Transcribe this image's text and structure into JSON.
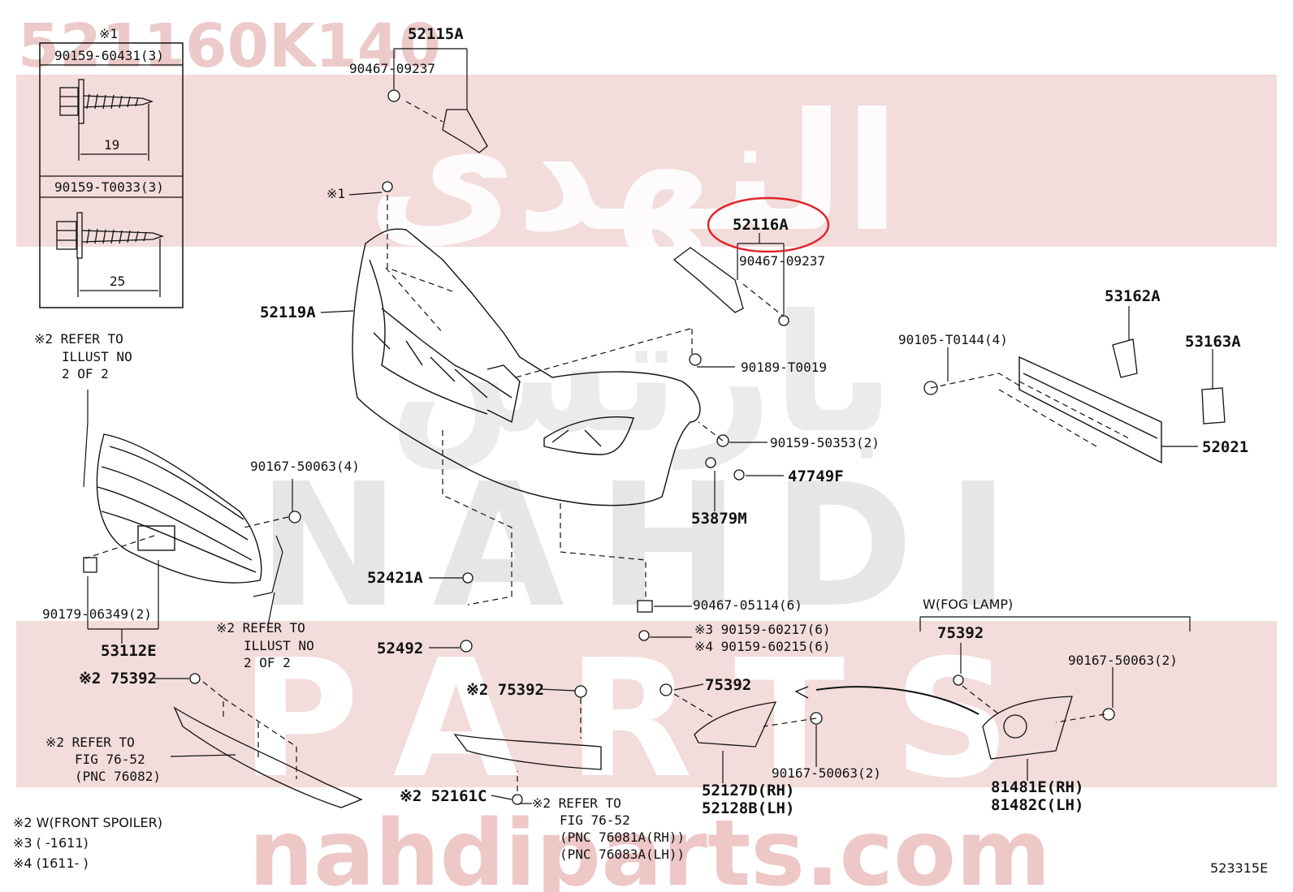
{
  "watermark": {
    "part_number": "521160K140",
    "arabic": "النهدي",
    "arabic2": "بارتس",
    "nahdi": "NAHDI",
    "parts": "PARTS",
    "url": "nahdiparts.com",
    "color": "#e8c5c5"
  },
  "highlight_color": "#e0262b",
  "legend_box": {
    "title": "※1",
    "screw1": {
      "part": "90159-60431(3)",
      "dim": "19"
    },
    "screw2": {
      "part": "90159-T0033(3)",
      "dim": "25"
    }
  },
  "labels": {
    "p52115A": "52115A",
    "p90467_09237_top": "90467-09237",
    "mark1": "※1",
    "p52116A": "52116A",
    "p90467_09237_mid": "90467-09237",
    "p52119A": "52119A",
    "p90189": "90189-T0019",
    "p53162A": "53162A",
    "p90105": "90105-T0144(4)",
    "p53163A": "53163A",
    "p52021": "52021",
    "p90159_50353": "90159-50353(2)",
    "p47749F": "47749F",
    "p53879M": "53879M",
    "ref1_l1": "※2 REFER TO",
    "ref1_l2": "ILLUST NO",
    "ref1_l3": "2 OF 2",
    "p90167_50063_4": "90167-50063(4)",
    "p90179": "90179-06349(2)",
    "p53112E": "53112E",
    "ref2_l1": "※2 REFER TO",
    "ref2_l2": "ILLUST NO",
    "ref2_l3": "2 OF 2",
    "p52421A": "52421A",
    "p52492": "52492",
    "p90467_05114": "90467-05114(6)",
    "p90159_60217": "※3 90159-60217(6)",
    "p90159_60215": "※4 90159-60215(6)",
    "fog": "W(FOG LAMP)",
    "p75392_fog": "75392",
    "p90167_50063_2r": "90167-50063(2)",
    "p75392_a": "※2 75392",
    "ref3_l1": "※2 REFER TO",
    "ref3_l2": "FIG 76-52",
    "ref3_l3": "(PNC 76082)",
    "p75392_b": "※2 75392",
    "p75392_c": "75392",
    "p52161C": "※2 52161C",
    "ref4_l1": "※2 REFER TO",
    "ref4_l2": "FIG 76-52",
    "ref4_l3": "(PNC 76081A(RH))",
    "ref4_l4": "(PNC 76083A(LH))",
    "p90167_50063_2m": "90167-50063(2)",
    "p52127D": "52127D(RH)",
    "p52128B": "52128B(LH)",
    "p81481E": "81481E(RH)",
    "p81482C": "81482C(LH)",
    "note2": "※2 W(FRONT SPOILER)",
    "note3": "※3 (     -1611)",
    "note4": "※4 (1611-     )",
    "fig_code": "523315E"
  }
}
